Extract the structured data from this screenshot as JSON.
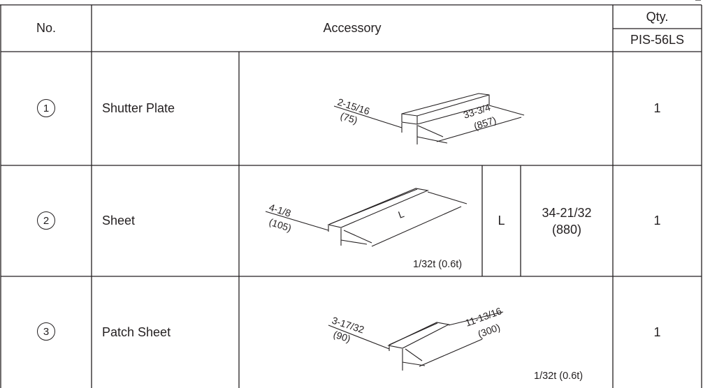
{
  "table": {
    "headers": {
      "no": "No.",
      "accessory": "Accessory",
      "qty": "Qty.",
      "model": "PIS-56LS"
    },
    "rows": [
      {
        "number": "1",
        "name": "Shutter Plate",
        "qty": "1",
        "dims": {
          "width_in": "2-15/16",
          "width_mm": "(75)",
          "length_in": "33-3/4",
          "length_mm": "(857)"
        }
      },
      {
        "number": "2",
        "name": "Sheet",
        "qty": "1",
        "thickness": "1/32t (0.6t)",
        "variable": "L",
        "variable_in": "34-21/32",
        "variable_mm": "(880)",
        "dims": {
          "width_in": "4-1/8",
          "width_mm": "(105)",
          "length_label": "L"
        }
      },
      {
        "number": "3",
        "name": "Patch Sheet",
        "qty": "1",
        "thickness": "1/32t (0.6t)",
        "dims": {
          "width_in": "3-17/32",
          "width_mm": "(90)",
          "length_in": "11-13/16",
          "length_mm": "(300)"
        }
      }
    ]
  }
}
